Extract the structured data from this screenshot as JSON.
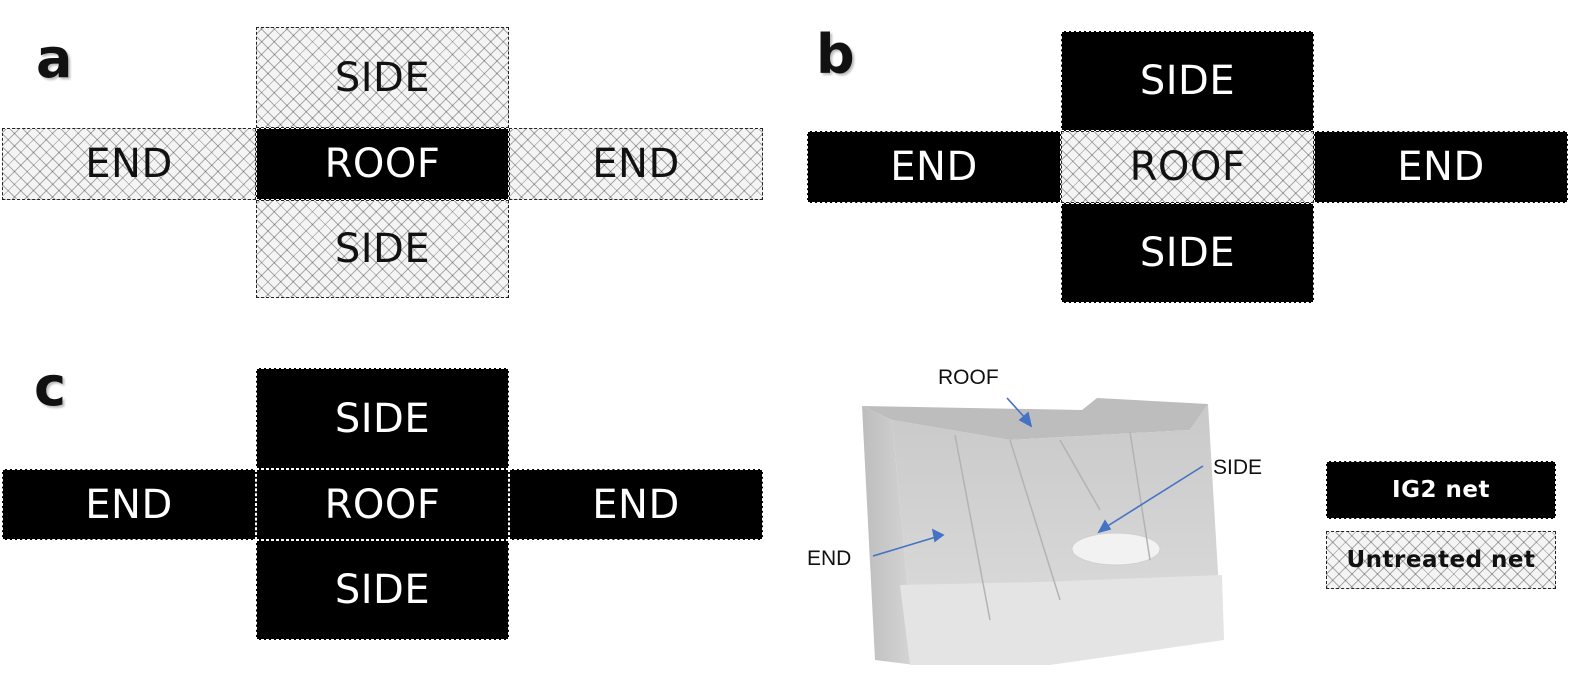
{
  "panels": {
    "a": {
      "letter": "a",
      "side_top": "SIDE",
      "end_left": "END",
      "roof": "ROOF",
      "end_right": "END",
      "side_bottom": "SIDE"
    },
    "b": {
      "letter": "b",
      "side_top": "SIDE",
      "end_left": "END",
      "roof": "ROOF",
      "end_right": "END",
      "side_bottom": "SIDE"
    },
    "c": {
      "letter": "c",
      "side_top": "SIDE",
      "end_left": "END",
      "roof": "ROOF",
      "end_right": "END",
      "side_bottom": "SIDE"
    }
  },
  "photo": {
    "roof_label": "ROOF",
    "side_label": "SIDE",
    "end_label": "END",
    "arrow_color": "#4472C4"
  },
  "legend": {
    "ig2_label": "IG2 net",
    "untreated_label": "Untreated net"
  },
  "colors": {
    "ig2": "#000000",
    "untreated": "#f4f4f4"
  }
}
